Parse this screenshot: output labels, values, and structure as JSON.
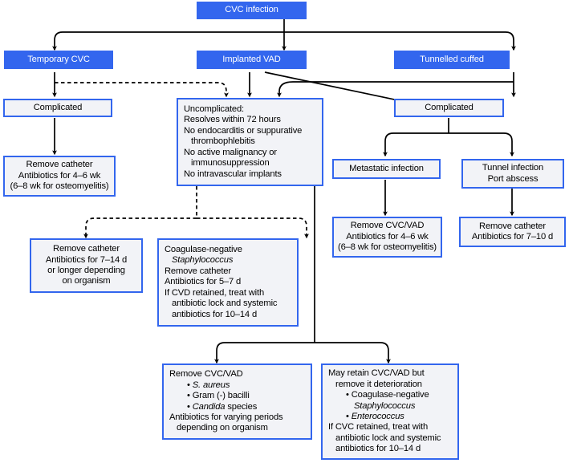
{
  "diagram": {
    "title": "CVC infection management algorithm",
    "colors": {
      "accent": "#3366ee",
      "box_fill": "#f2f3f7",
      "text": "#000000",
      "filled_text": "#ffffff"
    },
    "nodes": [
      {
        "id": "cvc-infection",
        "label": "CVC infection",
        "style": "filled"
      },
      {
        "id": "temporary-cvc",
        "label": "Temporary CVC",
        "style": "filled"
      },
      {
        "id": "implanted-vad",
        "label": "Implanted  VAD",
        "style": "filled"
      },
      {
        "id": "tunnelled-cuffed",
        "label": "Tunnelled cuffed",
        "style": "filled"
      },
      {
        "id": "complicated-left",
        "label": "Complicated",
        "style": "outline"
      },
      {
        "id": "complicated-right",
        "label": "Complicated",
        "style": "outline"
      },
      {
        "id": "metastatic-infection",
        "label": "Metastatic infection",
        "style": "outline"
      }
    ],
    "uncomplicated": {
      "title": "Uncomplicated:",
      "line2": "Resolves within 72 hours",
      "line3": "No endocarditis or suppurative",
      "line4": "thrombophlebitis",
      "line5": "No active malignancy or",
      "line6": "immunosuppression",
      "line7": "No intravascular implants"
    },
    "remove_catheter_46wk": {
      "line1": "Remove catheter",
      "line2": "Antibiotics for 4–6 wk",
      "line3": "(6–8 wk for osteomyelitis)"
    },
    "tunnel_infection": {
      "line1": "Tunnel infection",
      "line2": "Port abscess"
    },
    "remove_cvcvad_46wk": {
      "line1": "Remove CVC/VAD",
      "line2": "Antibiotics for 4–6 wk",
      "line3": "(6–8 wk for osteomyelitis)"
    },
    "remove_catheter_710d": {
      "line1": "Remove catheter",
      "line2": "Antibiotics for 7–10 d"
    },
    "remove_catheter_714d": {
      "line1": "Remove catheter",
      "line2": "Antibiotics for 7–14 d",
      "line3": "or longer depending",
      "line4": "on organism"
    },
    "coagulase_negative": {
      "line1": "Coagulase-negative",
      "line2": "Staphylococcus",
      "line3": "Remove catheter",
      "line4": "Antibiotics for 5–7 d",
      "line5": "If CVD retained, treat with",
      "line6": "antibiotic lock and systemic",
      "line7": "antibiotics for 10–14 d"
    },
    "remove_cvcvad_organisms": {
      "line1": "Remove CVC/VAD",
      "bullet1": "S. aureus",
      "bullet2": "Gram (-) bacilli",
      "bullet3a": "Candida",
      "bullet3b": " species",
      "line5": "Antibiotics for varying periods",
      "line6": "depending on organism"
    },
    "may_retain": {
      "line1": "May retain CVC/VAD but",
      "line2": "remove it deterioration",
      "bullet1": "Coagulase-negative",
      "bullet1b": "Staphylococcus",
      "bullet2": "Enterococcus",
      "line5": "If CVC retained, treat with",
      "line6": "antibiotic lock and systemic",
      "line7": "antibiotics for 10–14 d"
    },
    "connectors": [
      {
        "from": "cvc-infection",
        "to": "temporary-cvc",
        "type": "solid"
      },
      {
        "from": "cvc-infection",
        "to": "implanted-vad",
        "type": "solid"
      },
      {
        "from": "cvc-infection",
        "to": "tunnelled-cuffed",
        "type": "solid"
      },
      {
        "from": "temporary-cvc",
        "to": "complicated-left",
        "type": "solid"
      },
      {
        "from": "temporary-cvc",
        "to": "uncomplicated",
        "type": "dashed"
      },
      {
        "from": "implanted-vad",
        "to": "uncomplicated",
        "type": "solid"
      },
      {
        "from": "implanted-vad",
        "to": "complicated-right",
        "type": "solid"
      },
      {
        "from": "tunnelled-cuffed",
        "to": "uncomplicated",
        "type": "solid"
      },
      {
        "from": "tunnelled-cuffed",
        "to": "complicated-right",
        "type": "solid"
      },
      {
        "from": "complicated-left",
        "to": "remove_catheter_46wk",
        "type": "solid"
      },
      {
        "from": "complicated-right",
        "to": "metastatic-infection",
        "type": "solid"
      },
      {
        "from": "complicated-right",
        "to": "tunnel_infection",
        "type": "solid"
      },
      {
        "from": "metastatic-infection",
        "to": "remove_cvcvad_46wk",
        "type": "solid"
      },
      {
        "from": "tunnel_infection",
        "to": "remove_catheter_710d",
        "type": "solid"
      },
      {
        "from": "uncomplicated",
        "to": "remove_catheter_714d",
        "type": "dashed"
      },
      {
        "from": "uncomplicated",
        "to": "coagulase_negative",
        "type": "dashed"
      },
      {
        "from": "uncomplicated",
        "to": "remove_cvcvad_organisms",
        "type": "solid"
      },
      {
        "from": "uncomplicated",
        "to": "may_retain",
        "type": "solid"
      }
    ]
  }
}
